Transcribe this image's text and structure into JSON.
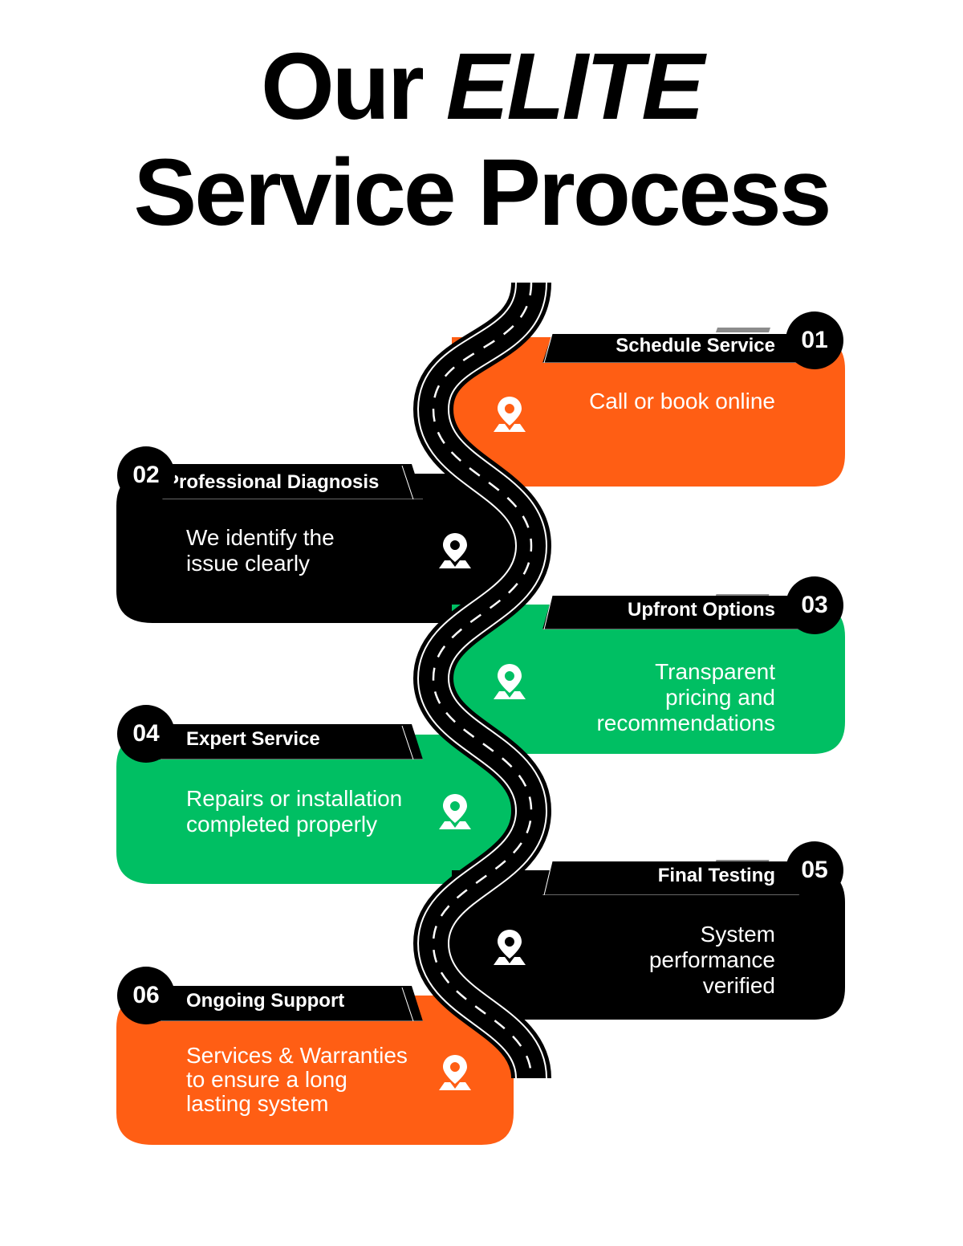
{
  "title": {
    "line1_plain": "Our",
    "line1_emphasis": "ELITE",
    "line2": "Service Process"
  },
  "colors": {
    "orange": "#FF5E14",
    "green": "#00BF63",
    "black": "#000000",
    "accent_gray": "#8C8C8C"
  },
  "steps": [
    {
      "number": "01",
      "title": "Schedule Service",
      "description": "Call or book online",
      "color": "orange",
      "icon": "map-pin-icon"
    },
    {
      "number": "02",
      "title": "Professional Diagnosis",
      "description": "We identify the\nissue clearly",
      "color": "black",
      "icon": "map-pin-icon"
    },
    {
      "number": "03",
      "title": "Upfront Options",
      "description": "Transparent\npricing and\nrecommendations",
      "color": "green",
      "icon": "map-pin-icon"
    },
    {
      "number": "04",
      "title": "Expert Service",
      "description": "Repairs or installation\ncompleted properly",
      "color": "green",
      "icon": "map-pin-icon"
    },
    {
      "number": "05",
      "title": "Final Testing",
      "description": "System\nperformance\nverified",
      "color": "black",
      "icon": "map-pin-icon"
    },
    {
      "number": "06",
      "title": "Ongoing Support",
      "description": "Services & Warranties\nto ensure a long\nlasting system",
      "color": "orange",
      "icon": "map-pin-icon"
    }
  ]
}
